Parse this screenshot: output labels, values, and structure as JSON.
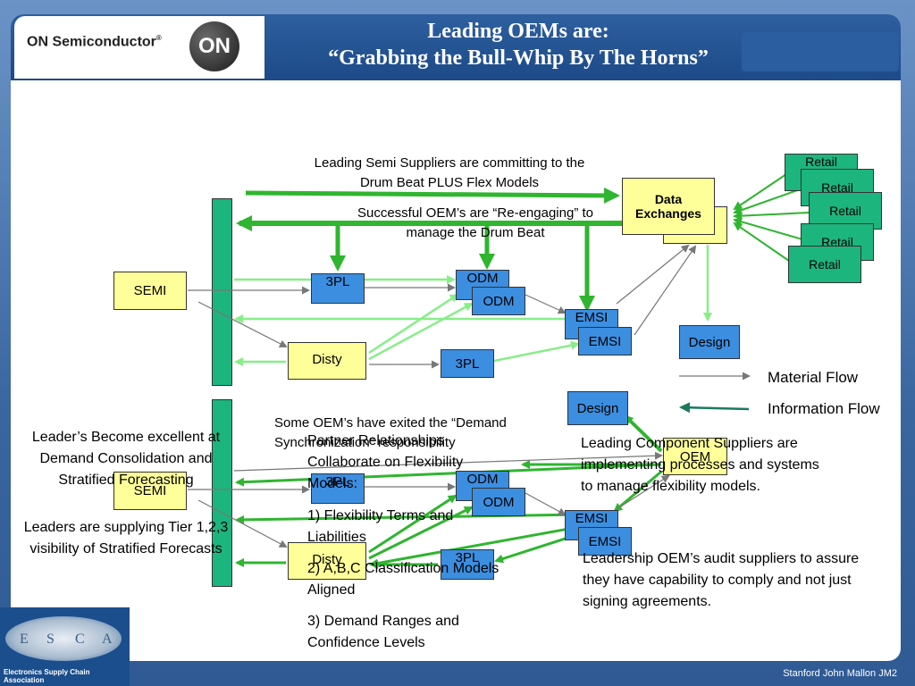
{
  "header": {
    "brand_name": "ON Semiconductor",
    "brand_mark": "®",
    "logo_badge": "ON",
    "title_line1": "Leading OEMs are:",
    "title_line2": "“Grabbing the Bull-Whip By The Horns”"
  },
  "colors": {
    "green_arrow": "#2fb52f",
    "light_green": "#88ee88",
    "bar_green": "#1db57e",
    "box_yellow": "#ffff99",
    "box_blue": "#3c8ee0",
    "teal_arrow": "#1a7a5e"
  },
  "top_diagram": {
    "semi": "SEMI",
    "tpl_a": "3PL",
    "odm_back": "ODM",
    "odm_front": "ODM",
    "emsi_back": "EMSI",
    "emsi_front": "EMSI",
    "disty": "Disty",
    "tpl_b": "3PL",
    "design": "Design",
    "oem_back": "",
    "data_exchanges": "Data Exchanges",
    "retail": [
      "Retail",
      "Retail",
      "Retail",
      "Retail",
      "Retail"
    ],
    "note_suppliers": "Leading Semi Suppliers are committing to the Drum Beat PLUS Flex Models",
    "note_oems": "Successful OEM’s are “Re-engaging” to manage the Drum Beat"
  },
  "legend": {
    "material": "Material Flow",
    "information": "Information Flow"
  },
  "bottom_diagram": {
    "semi": "SEMI",
    "tpl_a": "3PL",
    "odm_back": "ODM",
    "odm_front": "ODM",
    "emsi_back": "EMSI",
    "emsi_front": "EMSI",
    "disty": "Disty",
    "tpl_b": "3PL",
    "design": "Design",
    "oem": "OEM"
  },
  "notes": {
    "exited": "Some OEM’s have exited the “Demand Synchronization” responsibility",
    "partner_title": "Partner Relationships Collaborate on Flexibility Models:",
    "partner_items": [
      "1) Flexibility Terms and Liabilities",
      "2) A,B,C Classification Models Aligned",
      "3) Demand Ranges and Confidence Levels"
    ],
    "leader_excellent": "Leader’s Become excellent at Demand Consolidation and Stratified Forecasting",
    "leader_visibility": "Leaders are supplying Tier 1,2,3 visibility of Stratified Forecasts",
    "component_suppliers": "Leading Component Suppliers are implementing processes and systems to manage flexibility models.",
    "audit": "Leadership OEM’s audit suppliers to assure they have capability to comply and not just signing agreements."
  },
  "footer": {
    "credit": "Stanford John Mallon JM2",
    "esca_letters": [
      "E",
      "S",
      "C",
      "A"
    ],
    "esca_caption": "Electronics Supply Chain Association"
  }
}
